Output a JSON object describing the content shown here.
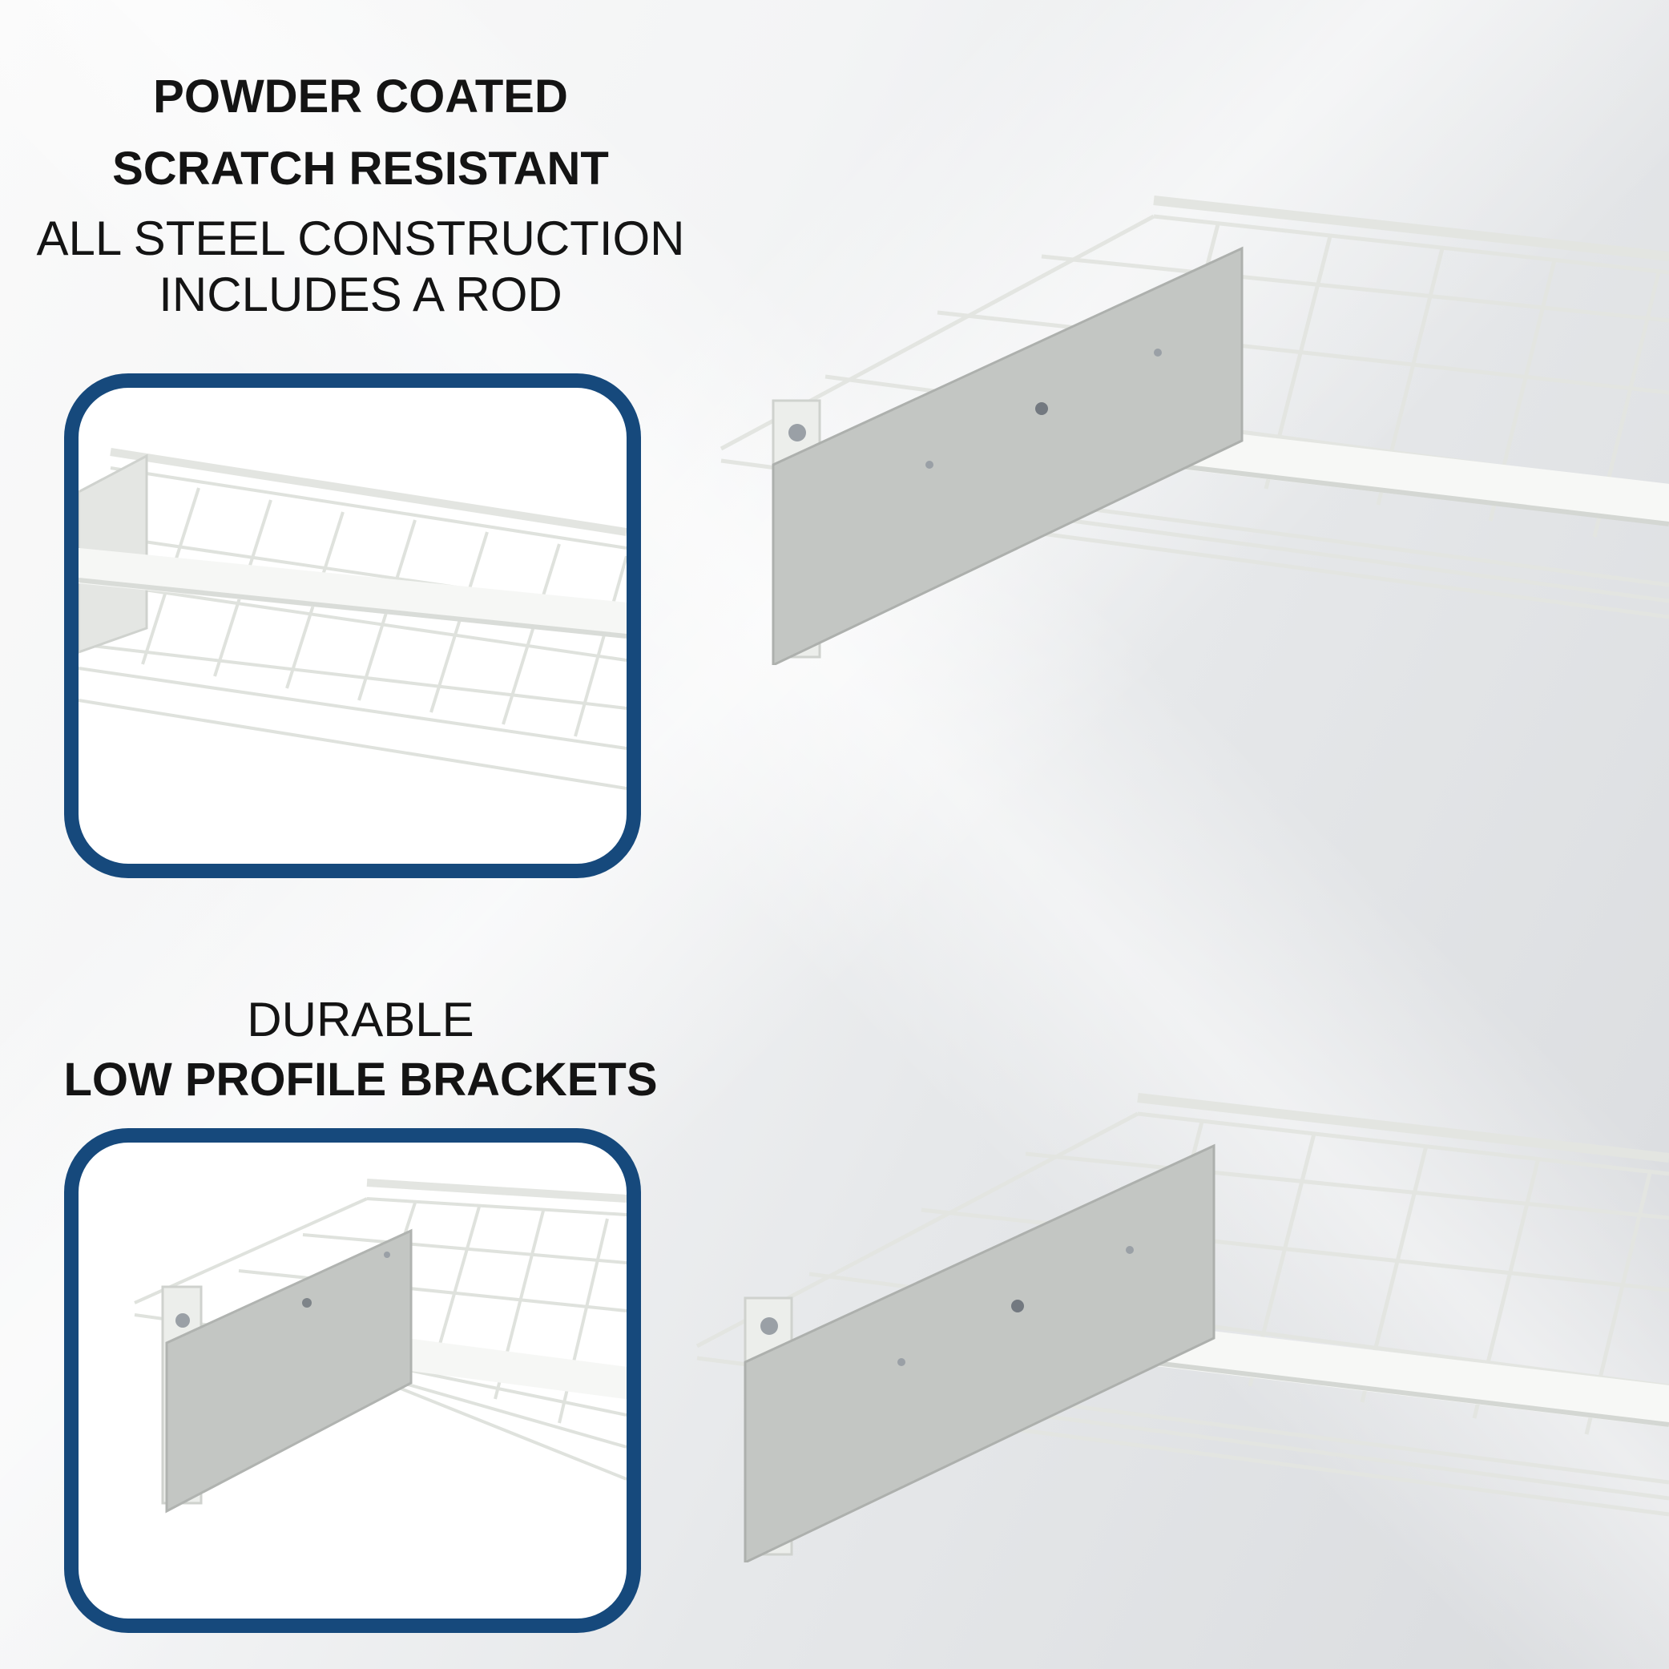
{
  "features_top": {
    "line1": "POWDER COATED",
    "line2": "SCRATCH RESISTANT",
    "line3": "ALL STEEL CONSTRUCTION",
    "line4": "INCLUDES A ROD"
  },
  "features_bottom": {
    "line1": "DURABLE",
    "line2": "LOW PROFILE BRACKETS"
  },
  "colors": {
    "frame": "#16497c",
    "bracket": "#c3c6c3",
    "wire": "#e9ebe7",
    "text": "#141414"
  }
}
